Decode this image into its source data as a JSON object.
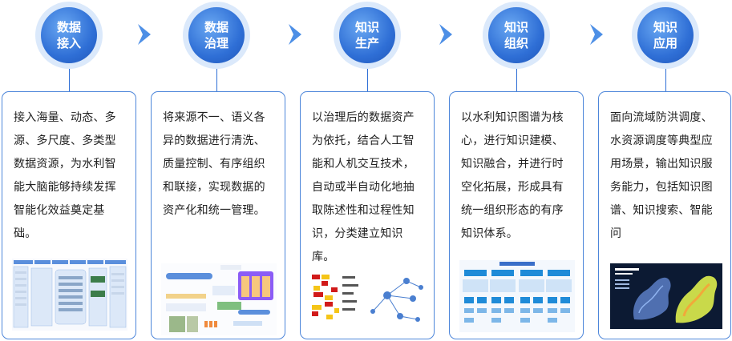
{
  "stages": [
    {
      "title_line1": "数据",
      "title_line2": "接入",
      "description": "接入海量、动态、多源、多尺度、多类型数据资源，为水利智能大脑能够持续发挥智能化效益奠定基础。",
      "thumbnail": "data-access-architecture-diagram"
    },
    {
      "title_line1": "数据",
      "title_line2": "治理",
      "description": "将来源不一、语义各异的数据进行清洗、质量控制、有序组织和联接，实现数据的资产化和统一管理。",
      "thumbnail": "data-governance-flow-diagram"
    },
    {
      "title_line1": "知识",
      "title_line2": "生产",
      "description": "以治理后的数据资产为依托，结合人工智能和人机交互技术，自动或半自动化地抽取陈述性和过程性知识，分类建立知识库。",
      "thumbnail": "knowledge-extraction-graph"
    },
    {
      "title_line1": "知识",
      "title_line2": "组织",
      "description": "以水利知识图谱为核心，进行知识建模、知识融合，并进行时空化拓展，形成具有统一组织形态的有序知识体系。",
      "thumbnail": "knowledge-system-hierarchy"
    },
    {
      "title_line1": "知识",
      "title_line2": "应用",
      "description": "面向流域防洪调度、水资源调度等典型应用场景，输出知识服务能力，包括知识图谱、知识搜索、智能问",
      "thumbnail": "basin-map-dashboard"
    }
  ],
  "colors": {
    "accent": "#2f6fd6",
    "border": "#4d86da",
    "arrow": "#4d8fe6"
  }
}
